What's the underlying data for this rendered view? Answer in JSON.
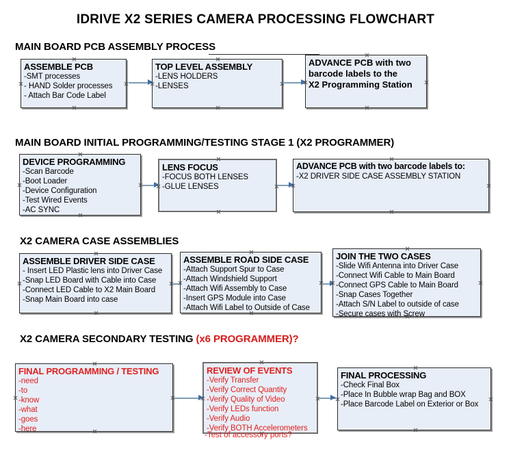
{
  "title": "IDRIVE X2  SERIES CAMERA PROCESSING FLOWCHART",
  "colors": {
    "box_fill": "#e8eef7",
    "box_border": "#2b2b2b",
    "arrow": "#3f6fa8",
    "accent_red": "#e02020",
    "text": "#000000"
  },
  "sections": [
    {
      "heading": "MAIN BOARD PCB ASSEMBLY PROCESS",
      "heading_accent": "",
      "boxes": [
        {
          "title": "ASSEMBLE PCB",
          "items": [
            "-SMT processes",
            "- HAND Solder processes",
            "- Attach Bar Code Label"
          ]
        },
        {
          "title": "TOP LEVEL ASSEMBLY",
          "items": [
            "-LENS HOLDERS",
            "-LENSES"
          ]
        },
        {
          "title_lines": [
            "ADVANCE PCB with two",
            "barcode labels to the",
            " X2 Programming Station"
          ],
          "items": []
        }
      ]
    },
    {
      "heading": "MAIN BOARD INITIAL PROGRAMMING/TESTING STAGE 1 (X2 PROGRAMMER)",
      "heading_accent": "",
      "boxes": [
        {
          "title": "DEVICE PROGRAMMING",
          "items": [
            "-Scan Barcode",
            "-Boot Loader",
            "-Device Configuration",
            "-Test Wired Events",
            "-AC SYNC"
          ]
        },
        {
          "title": "LENS FOCUS",
          "items": [
            "-FOCUS BOTH LENSES",
            "-GLUE LENSES"
          ]
        },
        {
          "title": "ADVANCE PCB with two barcode labels to:",
          "items": [
            "-X2 DRIVER  SIDE  CASE  ASSEMBLY STATION"
          ]
        }
      ]
    },
    {
      "heading": "X2 CAMERA CASE ASSEMBLIES",
      "heading_accent": "",
      "boxes": [
        {
          "title": "ASSEMBLE DRIVER SIDE CASE",
          "items": [
            "- Insert LED Plastic lens into Driver Case",
            "-Snap LED Board with Cable into Case",
            "-Connect LED Cable to X2 Main Board",
            "-Snap Main Board into case"
          ]
        },
        {
          "title": "ASSEMBLE ROAD SIDE CASE",
          "items": [
            "-Attach Support Spur to Case",
            "-Attach Windshield Support",
            "-Attach Wifi Assembly to Case",
            "-Insert GPS Module into Case",
            "-Attach Wifi Label to Outside of Case"
          ]
        },
        {
          "title": "JOIN THE TWO CASES",
          "items": [
            "-Slide Wifi Antenna into Driver Case",
            "-Connect Wifi Cable to Main Board",
            "-Connect GPS Cable to Main Board",
            "-Snap Cases Together",
            "-Attach S/N Label to outside of case",
            "-Secure cases with Screw"
          ]
        }
      ]
    },
    {
      "heading": "X2 CAMERA SECONDARY TESTING ",
      "heading_accent": "(x6 PROGRAMMER)?",
      "boxes": [
        {
          "title": "FINAL PROGRAMMING / TESTING",
          "items": [
            "-need",
            "-to",
            "-know",
            "-what",
            "-goes",
            "-here"
          ]
        },
        {
          "title": "REVIEW OF EVENTS",
          "items": [
            "-Verify Transfer",
            "-Verify Correct Quantity",
            "-Verify Quality of Video",
            "-Verify LEDs function",
            "-Verify Audio",
            "-Verify BOTH Accelerometers"
          ],
          "overflow_item": "-Test of accessory ports?"
        },
        {
          "title": "FINAL PROCESSING",
          "items": [
            " -Check Final Box",
            "-Place In Bubble wrap Bag and BOX",
            "-Place Barcode Label on Exterior or Box"
          ]
        }
      ]
    }
  ]
}
